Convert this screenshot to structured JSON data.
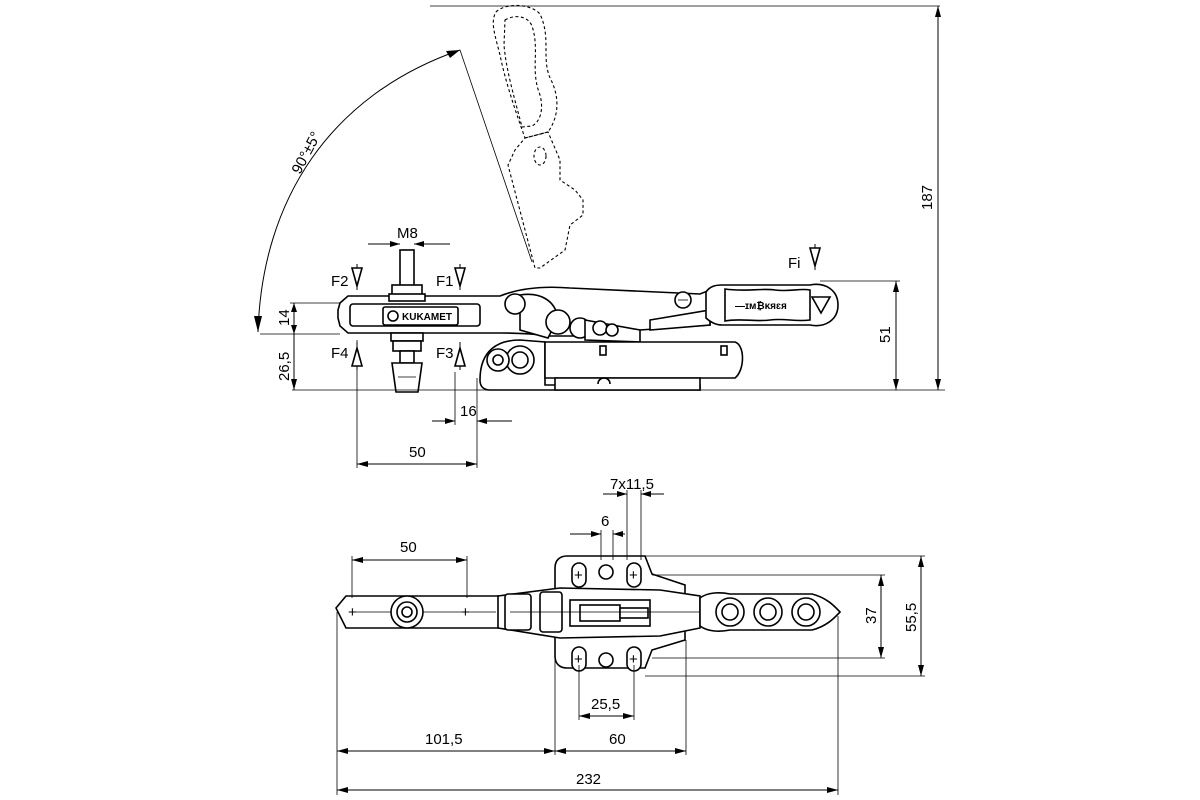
{
  "drawing": {
    "side_view": {
      "dimensions": {
        "angle": "90°±5°",
        "thread": "M8",
        "height_total": "187",
        "height_handle": "51",
        "height_bar": "14",
        "height_base": "26,5",
        "offset": "16",
        "length": "50"
      },
      "forces": {
        "f1": "F1",
        "f2": "F2",
        "f3": "F3",
        "f4": "F4",
        "fi": "Fi"
      },
      "brand_on_arm": "KUKAMET"
    },
    "top_view": {
      "dimensions": {
        "slot": "7x11,5",
        "slot_width": "6",
        "spindle_offset": "50",
        "width_inner": "37",
        "width_outer": "55,5",
        "hole_spacing": "25,5",
        "reach": "101,5",
        "base_length": "60",
        "total_length": "232"
      }
    }
  }
}
